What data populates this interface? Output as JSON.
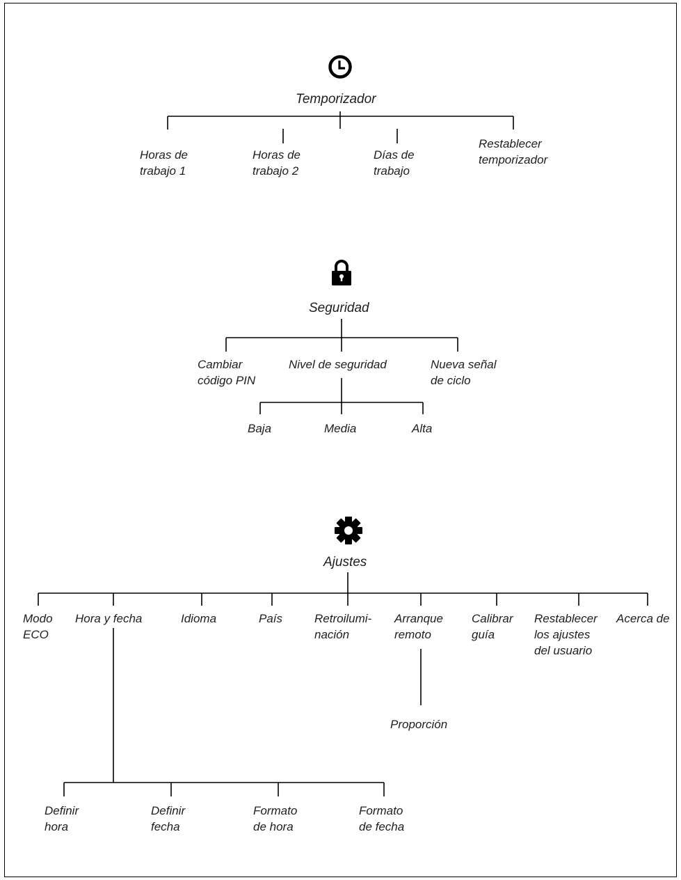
{
  "sections": {
    "timer": {
      "icon": "clock-icon",
      "title": "Temporizador",
      "items": [
        "Horas de\ntrabajo 1",
        "Horas de\ntrabajo 2",
        "Días de\ntrabajo",
        "Restablecer\ntemporizador"
      ]
    },
    "security": {
      "icon": "lock-icon",
      "title": "Seguridad",
      "items": [
        "Cambiar\ncódigo PIN",
        "Nivel de seguridad",
        "Nueva señal\nde ciclo"
      ],
      "levels": [
        "Baja",
        "Media",
        "Alta"
      ]
    },
    "settings": {
      "icon": "gear-icon",
      "title": "Ajustes",
      "items": [
        "Modo\nECO",
        "Hora y fecha",
        "Idioma",
        "País",
        "Retroilumi-\nnación",
        "Arranque\nremoto",
        "Calibrar\nguía",
        "Restablecer\nlos ajustes\ndel usuario",
        "Acerca de"
      ],
      "remote_start_sub": "Proporción",
      "datetime_subs": [
        "Definir\nhora",
        "Definir\nfecha",
        "Formato\nde hora",
        "Formato\nde fecha"
      ]
    }
  }
}
